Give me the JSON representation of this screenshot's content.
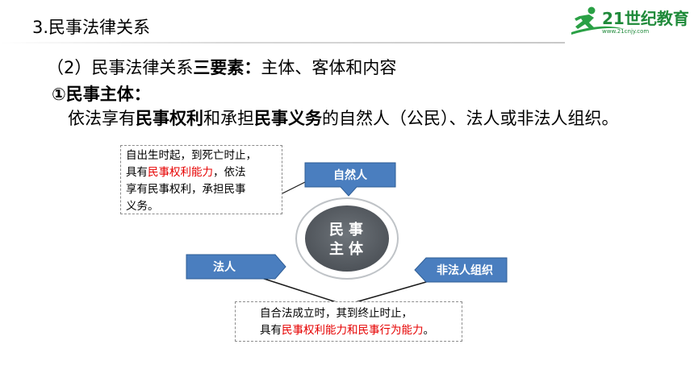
{
  "header": {
    "title": "3.民事法律关系",
    "logo_text": "21世纪教育",
    "logo_url_text": "www.21cnjy.com"
  },
  "content": {
    "subtitle_prefix": "（2）民事法律关系",
    "subtitle_bold": "三要素：",
    "subtitle_suffix": "主体、客体和内容",
    "point1": "①民事主体：",
    "definition": {
      "p1": "依法享有",
      "b1": "民事权利",
      "p2": "和承担",
      "b2": "民事义务",
      "p3": "的自然人（公民）、法人或非法人组织。"
    }
  },
  "diagram": {
    "center_line1": "民事",
    "center_line2": "主体",
    "tag_natural": "自然人",
    "tag_legal": "法人",
    "tag_nonlegal": "非法人组织",
    "note1": {
      "l1": "自出生时起，到死亡时止，",
      "l2a": "具有",
      "l2red": "民事权利能力",
      "l2b": "，依法",
      "l3": "享有民事权利，承担民事",
      "l4": "义务。"
    },
    "note2": {
      "l1": "自合法成立时，其到终止时止，",
      "l2a": "具有",
      "l2red": "民事权利能力和民事行为能力",
      "l2b": "。"
    },
    "colors": {
      "tag_fill": "#4a7ebf",
      "tag_border": "#2f5e96",
      "circle_fill": "#5b6066",
      "accent_red": "#e60000"
    }
  }
}
